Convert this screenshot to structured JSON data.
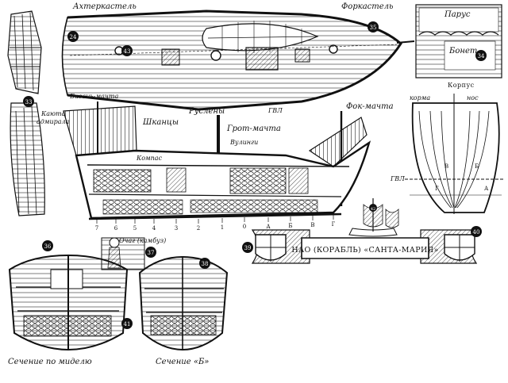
{
  "deck_plan": {
    "aftercastle": "Ахтеркастель",
    "forecastle": "Форкастель",
    "chains": "Руслены",
    "waterline": "ГВЛ"
  },
  "profile": {
    "mizzen_mast": "Бизань-мачта",
    "quarterdeck": "Шканцы",
    "main_mast": "Грот-мачта",
    "fore_mast": "Фок-мачта",
    "bollards": "Вулинги",
    "compass": "Компас",
    "admiral_cabin_1": "Каюта",
    "admiral_cabin_2": "адмирала",
    "frame_numbers": [
      "7",
      "6",
      "5",
      "4",
      "3",
      "2",
      "1",
      "0",
      "А",
      "Б",
      "В",
      "Г"
    ]
  },
  "sail_detail": {
    "sail": "Парус",
    "bonnet": "Бонет"
  },
  "hull_body": {
    "title": "Корпус",
    "stern": "корма",
    "bow": "нос",
    "waterline": "ГВЛ",
    "station_letters": [
      "Г",
      "В",
      "Б",
      "А"
    ]
  },
  "galley": {
    "label": "Очаг (камбуз)"
  },
  "banner": {
    "title": "НАО (КОРАБЛЬ) «САНТА-МАРИЯ»"
  },
  "sections": {
    "midship": "Сечение по миделю",
    "section_b": "Сечение «Б»"
  },
  "callouts": [
    "24",
    "33",
    "34",
    "35",
    "36",
    "37",
    "38",
    "39",
    "40",
    "41",
    "42",
    "43"
  ]
}
